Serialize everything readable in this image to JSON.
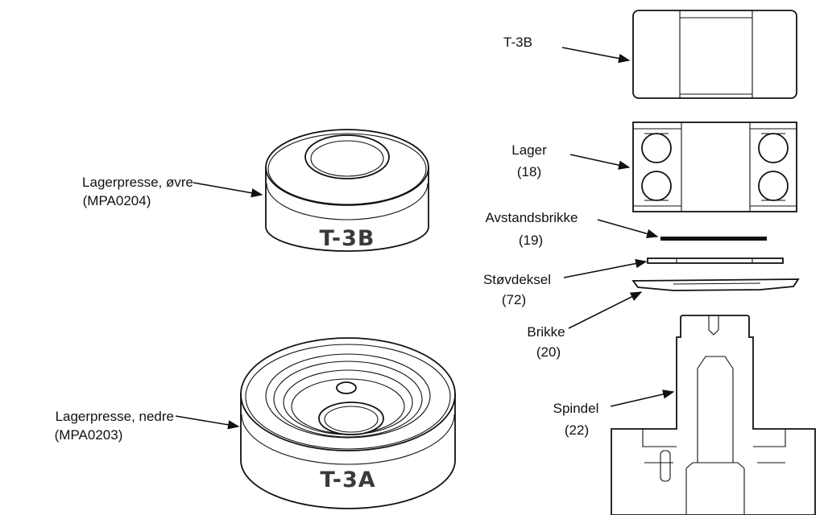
{
  "labels": {
    "upper_press_name": "Lagerpresse, øvre",
    "upper_press_code": "(MPA0204)",
    "upper_press_marking": "T-3B",
    "lower_press_name": "Lagerpresse, nedre",
    "lower_press_code": "(MPA0203)",
    "lower_press_marking": "T-3A",
    "t3b": "T-3B",
    "bearing_name": "Lager",
    "bearing_num": "(18)",
    "spacer_name": "Avstandsbrikke",
    "spacer_num": "(19)",
    "dust_cover_name": "Støvdeksel",
    "dust_cover_num": "(72)",
    "washer_name": "Brikke",
    "washer_num": "(20)",
    "spindle_name": "Spindel",
    "spindle_num": "(22)"
  }
}
